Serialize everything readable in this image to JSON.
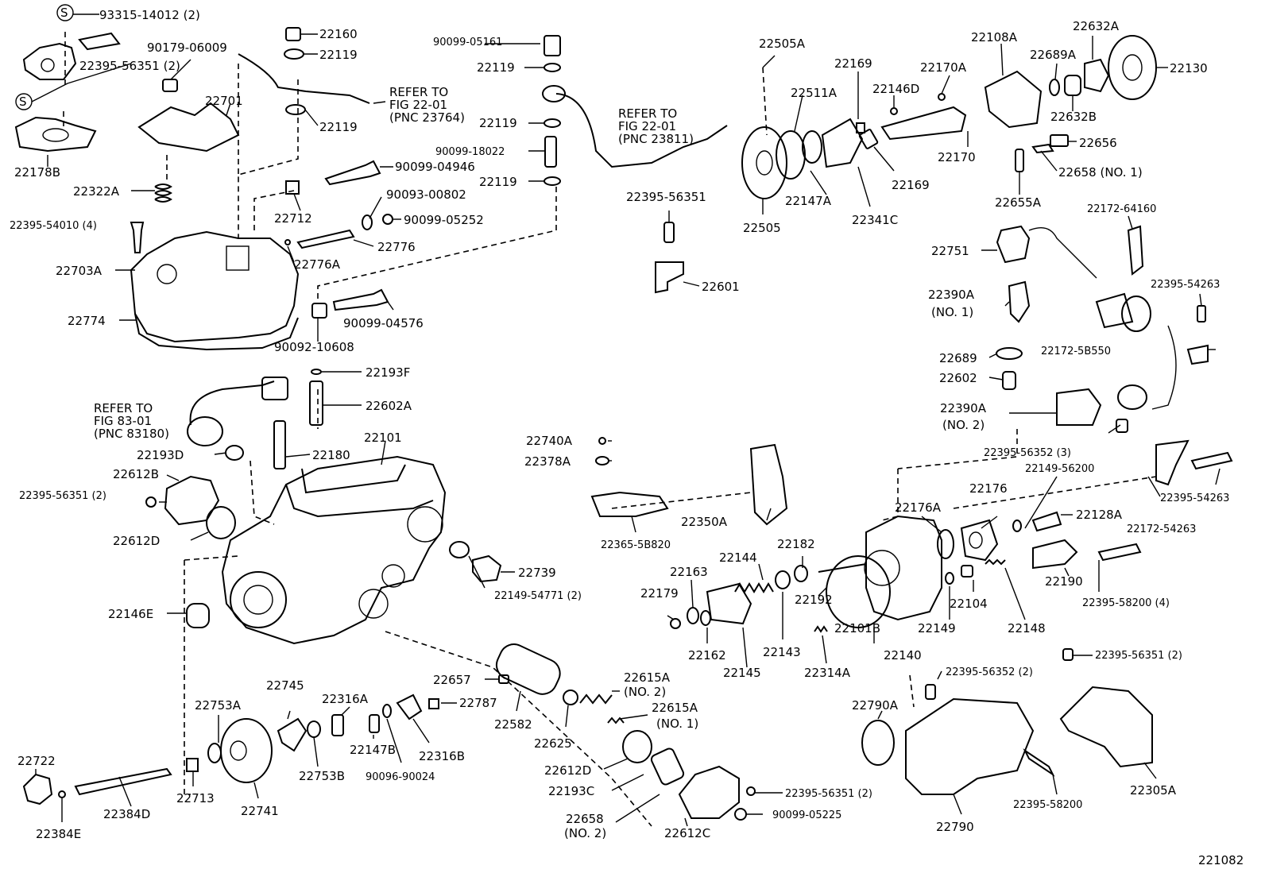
{
  "diagram_id": "221082",
  "labels": {
    "l93315": "93315-14012 (2)",
    "l22395_56351_2a": "22395-56351 (2)",
    "l90179": "90179-06009",
    "l22160": "22160",
    "l22119a": "22119",
    "l22119b": "22119",
    "l22701": "22701",
    "l22178B": "22178B",
    "l22322A": "22322A",
    "l22395_54010": "22395-54010 (4)",
    "l22703A": "22703A",
    "l22774": "22774",
    "l90099_04946": "90099-04946",
    "l22712": "22712",
    "l90093": "90093-00802",
    "l90099_05252": "90099-05252",
    "l22776": "22776",
    "l22776A": "22776A",
    "l90099_04576": "90099-04576",
    "l90092": "90092-10608",
    "l22193F": "22193F",
    "l22602A": "22602A",
    "ref83_1": "REFER TO",
    "ref83_2": "FIG 83-01",
    "ref83_3": "(PNC 83180)",
    "l22101": "22101",
    "l22180": "22180",
    "l22193D": "22193D",
    "l22612B": "22612B",
    "l22395_56351_2b": "22395-56351 (2)",
    "l22612D_a": "22612D",
    "l22739": "22739",
    "l22149_54771": "22149-54771 (2)",
    "l22146E": "22146E",
    "ref22_1": "REFER TO",
    "ref22_2": "FIG 22-01",
    "ref22_3": "(PNC 23764)",
    "l90099_05161": "90099-05161",
    "l22119c": "22119",
    "l22119d": "22119",
    "l90099_18022": "90099-18022",
    "l22119e": "22119",
    "ref22b_1": "REFER TO",
    "ref22b_2": "FIG 22-01",
    "ref22b_3": "(PNC 23811)",
    "l22395_56351c": "22395-56351",
    "l22601": "22601",
    "l22505A": "22505A",
    "l22511A": "22511A",
    "l22169a": "22169",
    "l22146D": "22146D",
    "l22170A": "22170A",
    "l22108A": "22108A",
    "l22632A": "22632A",
    "l22689A": "22689A",
    "l22130": "22130",
    "l22632B": "22632B",
    "l22170": "22170",
    "l22169b": "22169",
    "l22147A": "22147A",
    "l22505": "22505",
    "l22341C": "22341C",
    "l22656": "22656",
    "l22658_1": "22658 (NO. 1)",
    "l22655A": "22655A",
    "l22172_64160": "22172-64160",
    "l22751": "22751",
    "l22390A_1a": "22390A",
    "l22390A_1b": "(NO. 1)",
    "l22395_54263a": "22395-54263",
    "l22689": "22689",
    "l22172_5B550": "22172-5B550",
    "l22602": "22602",
    "l22390A_2a": "22390A",
    "l22390A_2b": "(NO. 2)",
    "l22395_56352_3": "22395-56352 (3)",
    "l22149_56200": "22149-56200",
    "l22740A": "22740A",
    "l22378A": "22378A",
    "l22350A": "22350A",
    "l22365": "22365-5B820",
    "l22176A": "22176A",
    "l22176": "22176",
    "l22128A": "22128A",
    "l22395_54263b": "22395-54263",
    "l22172_54263": "22172-54263",
    "l22144": "22144",
    "l22182": "22182",
    "l22163": "22163",
    "l22179": "22179",
    "l22192": "22192",
    "l22104": "22104",
    "l22190": "22190",
    "l22395_58200_4": "22395-58200 (4)",
    "l22162": "22162",
    "l22143": "22143",
    "l22101B": "22101B",
    "l22140": "22140",
    "l22149": "22149",
    "l22148": "22148",
    "l22145": "22145",
    "l22314A": "22314A",
    "l22395_56351_2c": "22395-56351 (2)",
    "l22395_56352_2": "22395-56352 (2)",
    "l22657": "22657",
    "l22615A_2a": "22615A",
    "l22615A_2b": "(NO. 2)",
    "l22615A_1a": "22615A",
    "l22615A_1b": "(NO. 1)",
    "l22582": "22582",
    "l22625": "22625",
    "l22745": "22745",
    "l22753A": "22753A",
    "l22316A": "22316A",
    "l22787": "22787",
    "l22147B": "22147B",
    "l22316B": "22316B",
    "l90096": "90096-90024",
    "l22753B": "22753B",
    "l22722": "22722",
    "l22713": "22713",
    "l22741": "22741",
    "l22384D": "22384D",
    "l22384E": "22384E",
    "l22612D_b": "22612D",
    "l22193C": "22193C",
    "l22658_2a": "22658",
    "l22658_2b": "(NO. 2)",
    "l22612C": "22612C",
    "l22395_56351_2d": "22395-56351 (2)",
    "l90099_05225": "90099-05225",
    "l22790A": "22790A",
    "l22790": "22790",
    "l22395_58200": "22395-58200",
    "l22305A": "22305A"
  }
}
